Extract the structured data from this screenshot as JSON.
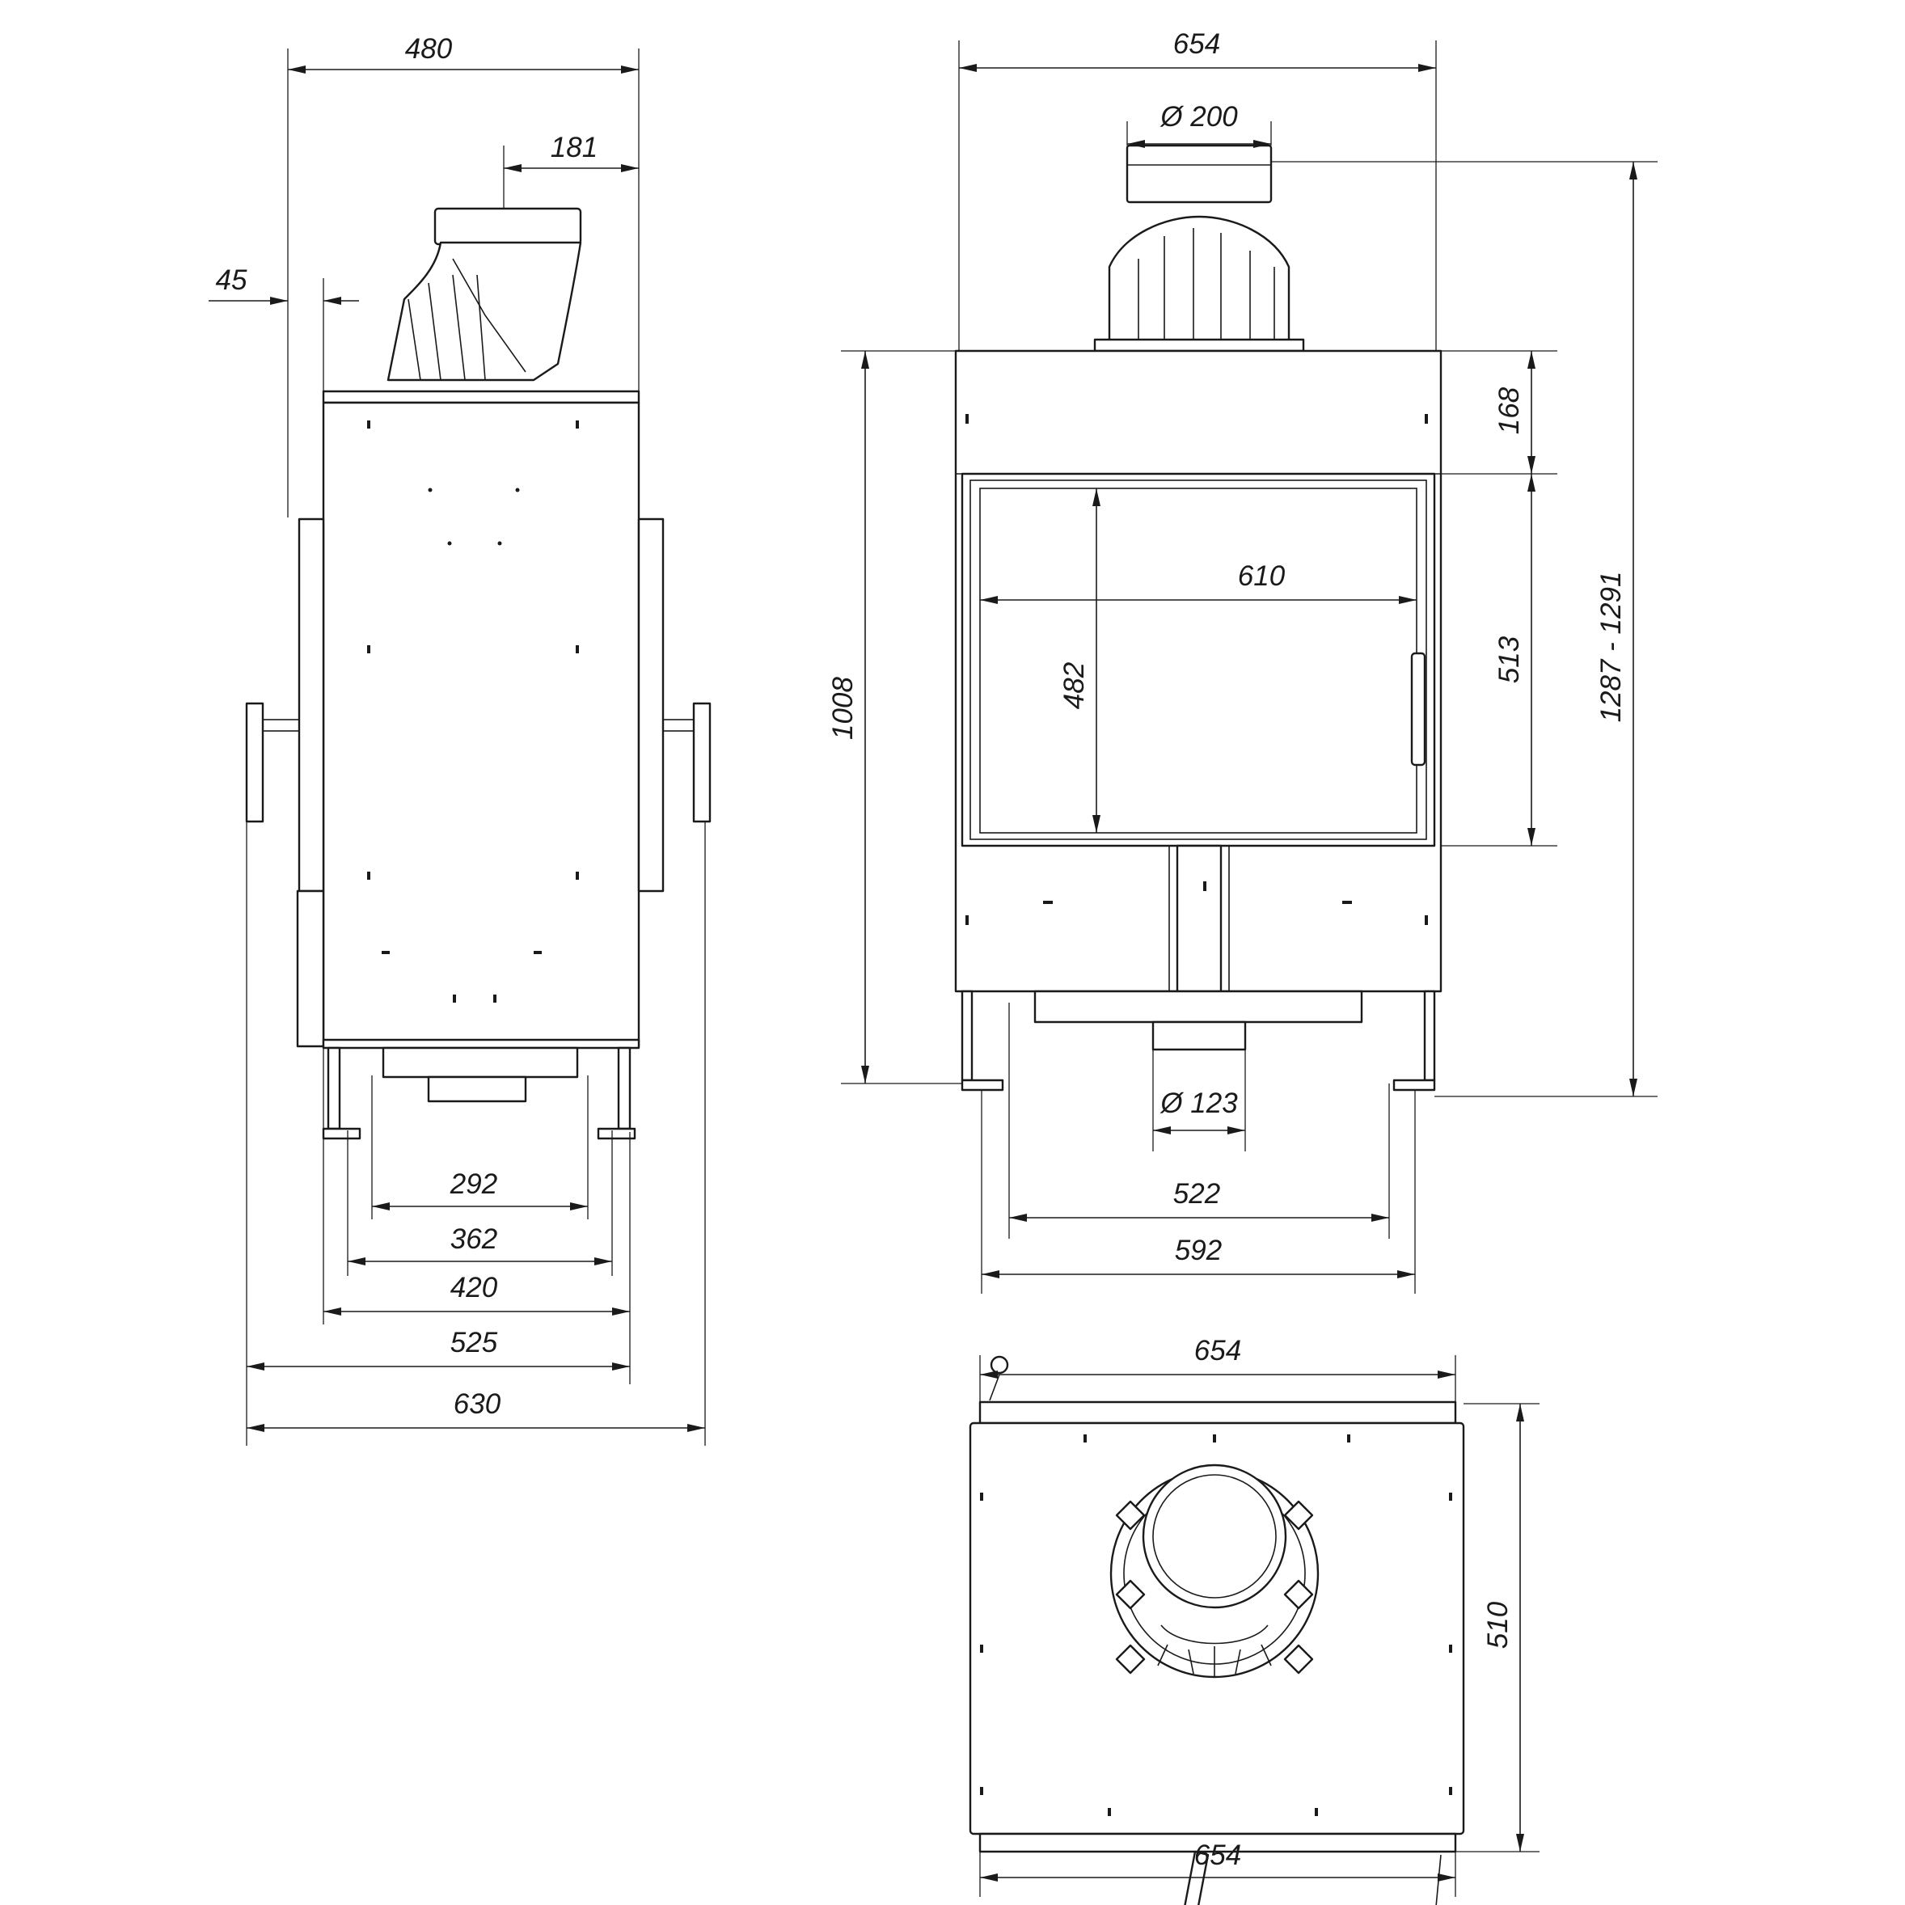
{
  "side_view": {
    "dims": {
      "overall_depth": "480",
      "flue_offset": "181",
      "frame_offset": "45",
      "inner_leg_span": "292",
      "foot_span": "362",
      "body_depth": "420",
      "frame_depth": "525",
      "total_depth": "630"
    }
  },
  "front_view": {
    "dims": {
      "width": "654",
      "flue_diameter": "Ø 200",
      "top_panel_height": "168",
      "glass_width": "610",
      "glass_height": "482",
      "door_opening_height": "513",
      "body_height": "1008",
      "total_height": "1287 - 1291",
      "air_inlet_diameter": "Ø 123",
      "inner_leg_span": "522",
      "outer_leg_span": "592"
    }
  },
  "top_view": {
    "dims": {
      "top_width": "654",
      "depth": "510",
      "bottom_width": "654"
    }
  }
}
